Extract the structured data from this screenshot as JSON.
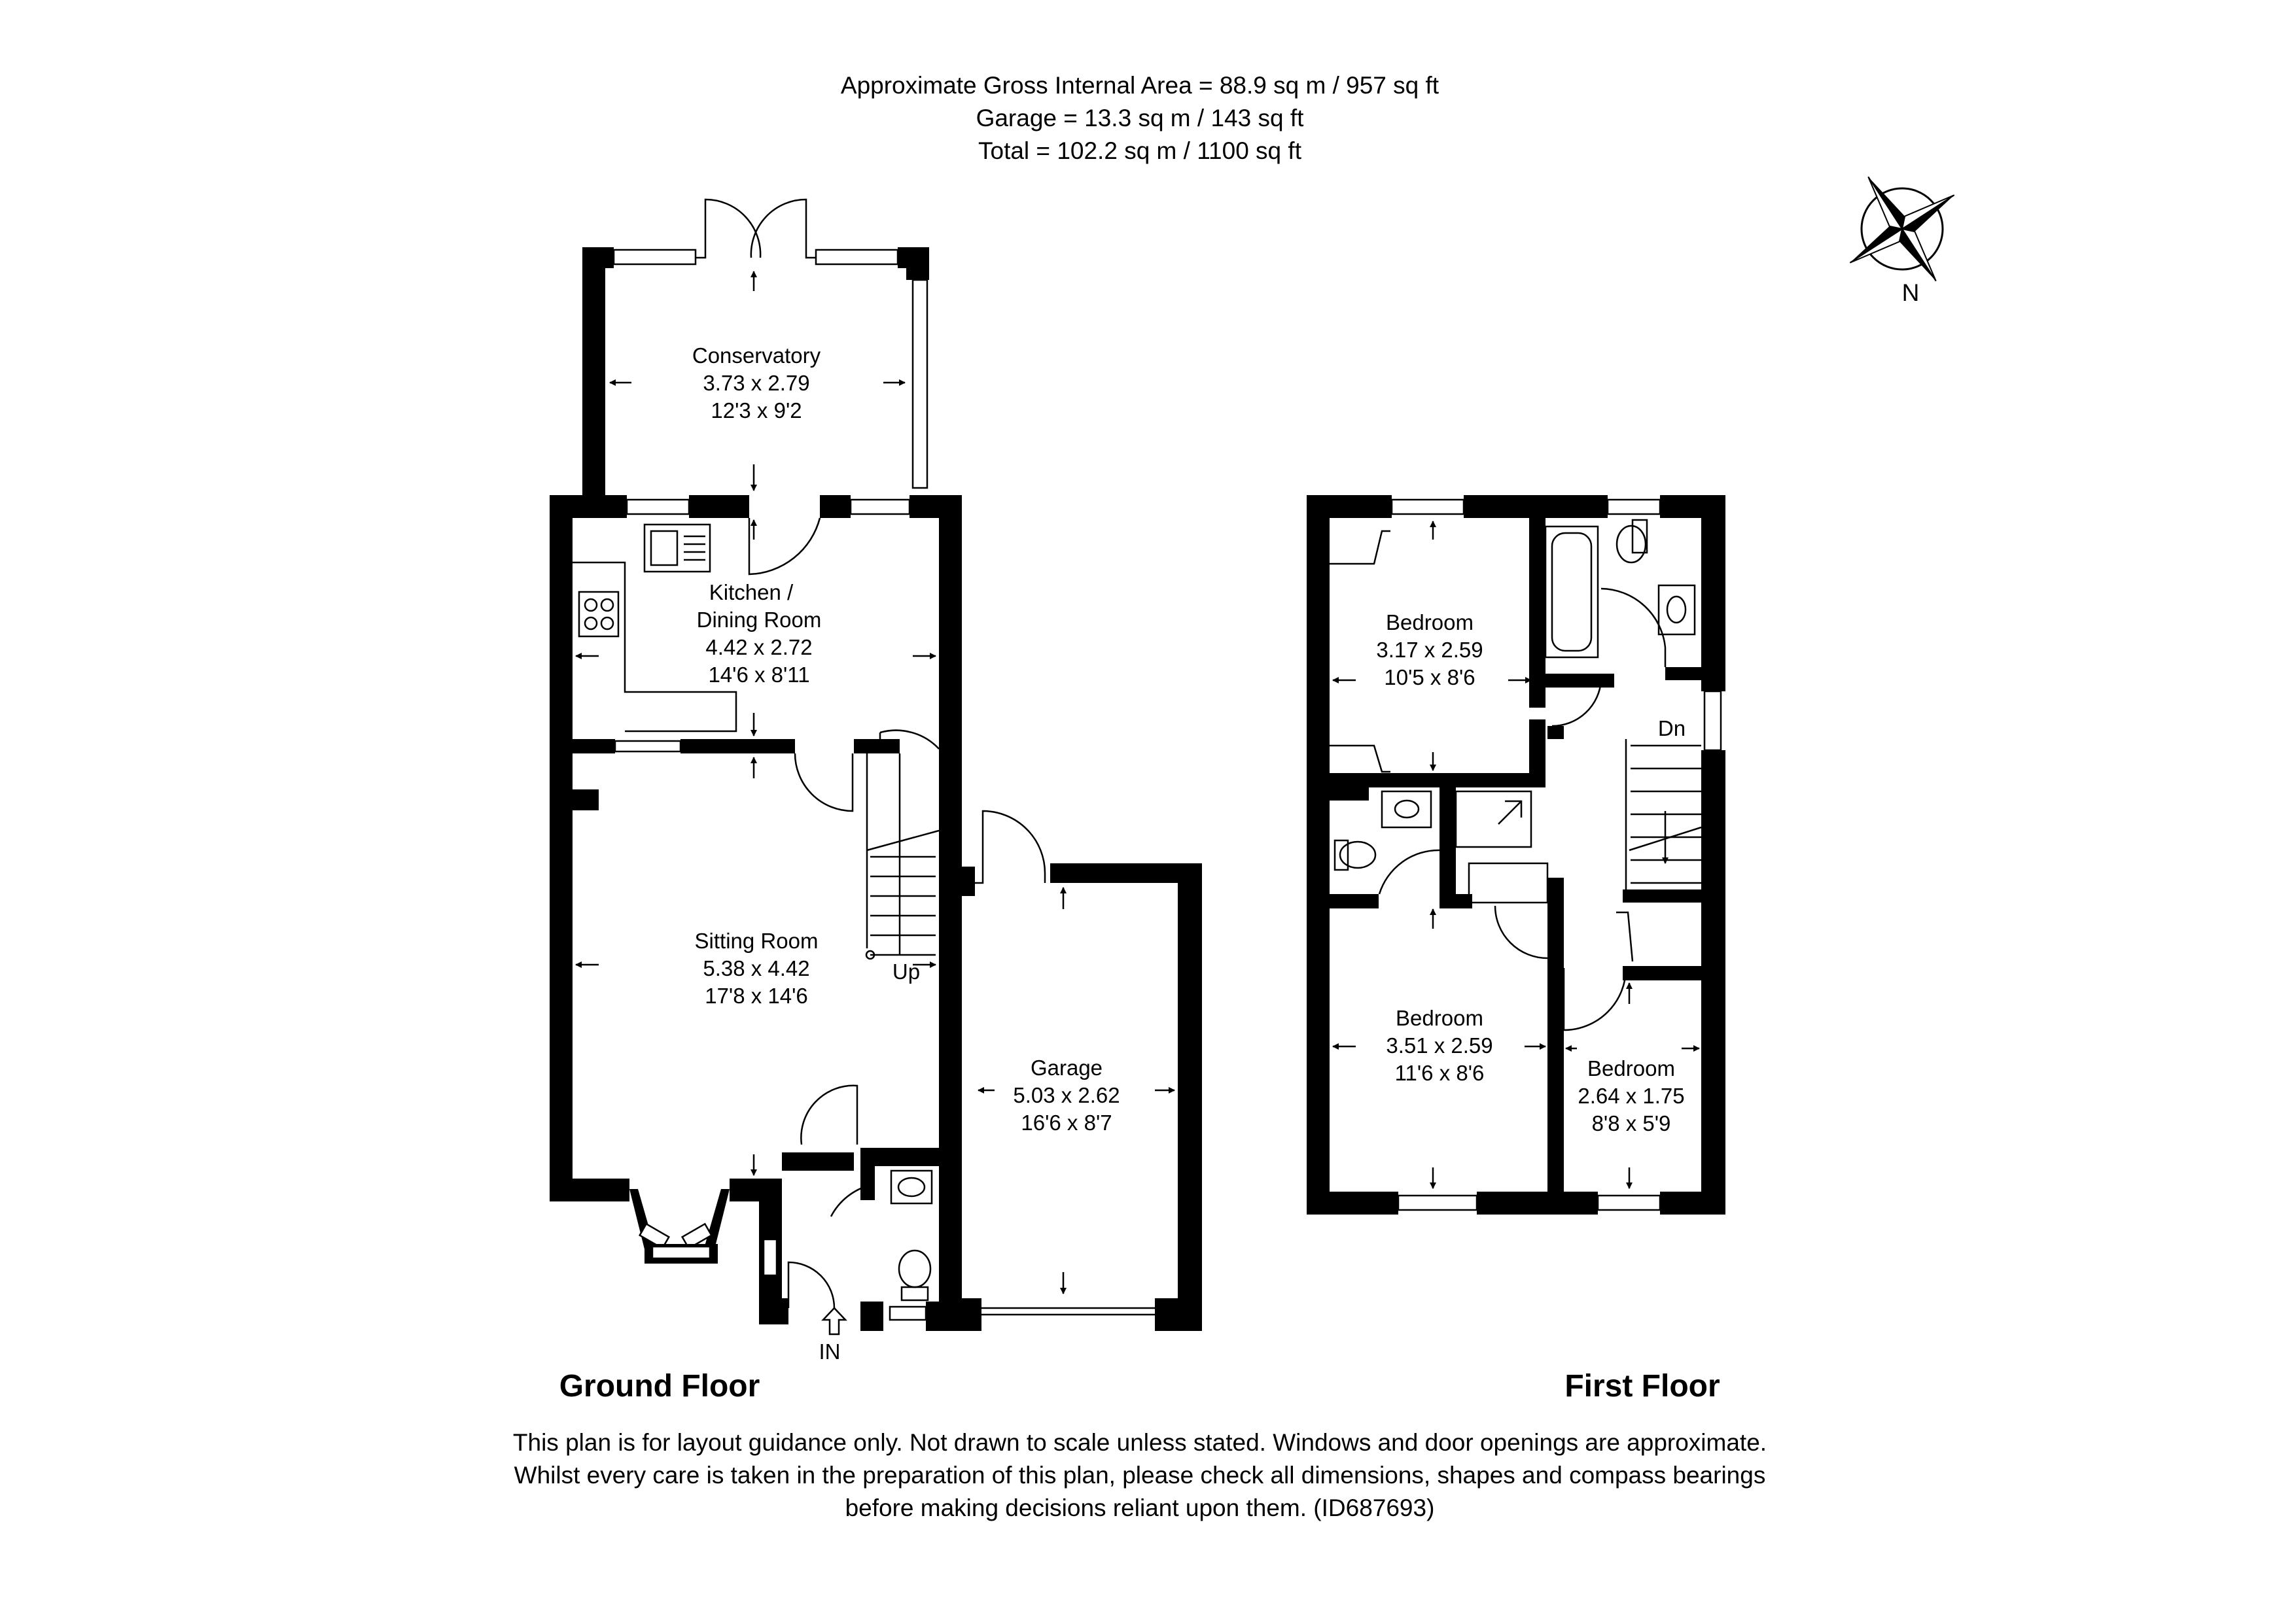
{
  "header": {
    "line1": "Approximate Gross Internal Area = 88.9 sq m / 957 sq ft",
    "line2": "Garage = 13.3 sq m / 143 sq ft",
    "line3": "Total = 102.2 sq m / 1100 sq ft"
  },
  "compass": {
    "label": "N",
    "icon": "compass-rose-icon"
  },
  "floors": {
    "ground": "Ground Floor",
    "first": "First Floor"
  },
  "rooms": {
    "conservatory": {
      "name": "Conservatory",
      "metric": "3.73 x 2.79",
      "imperial": "12'3 x 9'2"
    },
    "kitchen": {
      "name1": "Kitchen /",
      "name2": "Dining Room",
      "metric": "4.42 x 2.72",
      "imperial": "14'6 x 8'11"
    },
    "sitting": {
      "name": "Sitting Room",
      "metric": "5.38 x 4.42",
      "imperial": "17'8 x 14'6"
    },
    "garage": {
      "name": "Garage",
      "metric": "5.03 x 2.62",
      "imperial": "16'6 x 8'7"
    },
    "bedroom1": {
      "name": "Bedroom",
      "metric": "3.17 x 2.59",
      "imperial": "10'5 x 8'6"
    },
    "bedroom2": {
      "name": "Bedroom",
      "metric": "3.51 x 2.59",
      "imperial": "11'6 x 8'6"
    },
    "bedroom3": {
      "name": "Bedroom",
      "metric": "2.64 x 1.75",
      "imperial": "8'8 x 5'9"
    }
  },
  "labels": {
    "up": "Up",
    "dn": "Dn",
    "entrance": "IN"
  },
  "disclaimer": {
    "line1": "This plan is for layout guidance only. Not drawn to scale unless stated. Windows and door openings are approximate.",
    "line2": "Whilst every care is taken in the preparation of this plan, please check all dimensions, shapes and compass bearings",
    "line3": "before making decisions reliant upon them. (ID687693)"
  }
}
